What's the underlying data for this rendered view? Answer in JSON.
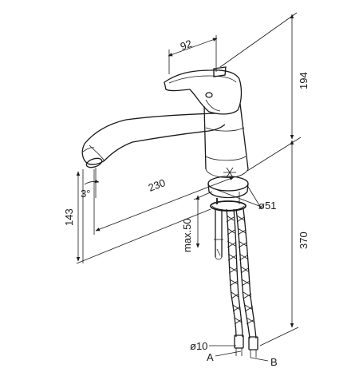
{
  "drawing": {
    "dimensions": {
      "handle_width": "92",
      "upper_height": "194",
      "spout_reach": "230",
      "spout_angle": "3°",
      "outlet_height": "143",
      "max_deck": "max.50",
      "base_diameter": "ø51",
      "lower_length": "370",
      "hose_diameter": "ø10"
    },
    "connections": {
      "a": "A",
      "b": "B"
    }
  }
}
